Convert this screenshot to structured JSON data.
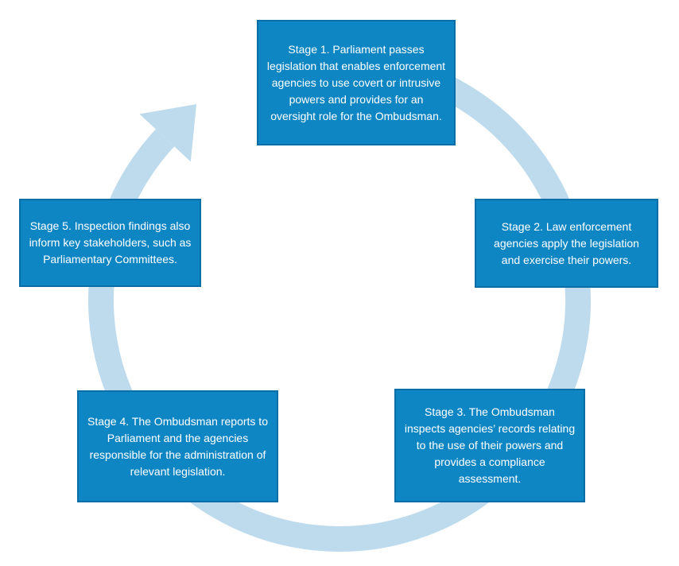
{
  "colors": {
    "box_fill": "#0e86c4",
    "box_border": "#0a6fa6",
    "box_text": "#ffffff",
    "cycle_arrow": "#bedbed"
  },
  "stages": [
    {
      "label": "Stage 1. Parliament passes legislation that enables enforcement agencies to use covert or intrusive powers and provides for an oversight role for the Ombudsman."
    },
    {
      "label": "Stage 2. Law enforcement agencies apply the legislation and exercise their powers."
    },
    {
      "label": "Stage 3. The Ombudsman inspects agencies’ records relating to the use of their powers and provides a compliance assessment."
    },
    {
      "label": "Stage 4. The Ombudsman reports to Parliament and the agencies responsible for the administration of relevant legislation."
    },
    {
      "label": "Stage 5. Inspection findings also inform key stakeholders, such as Parliamentary Committees."
    }
  ]
}
